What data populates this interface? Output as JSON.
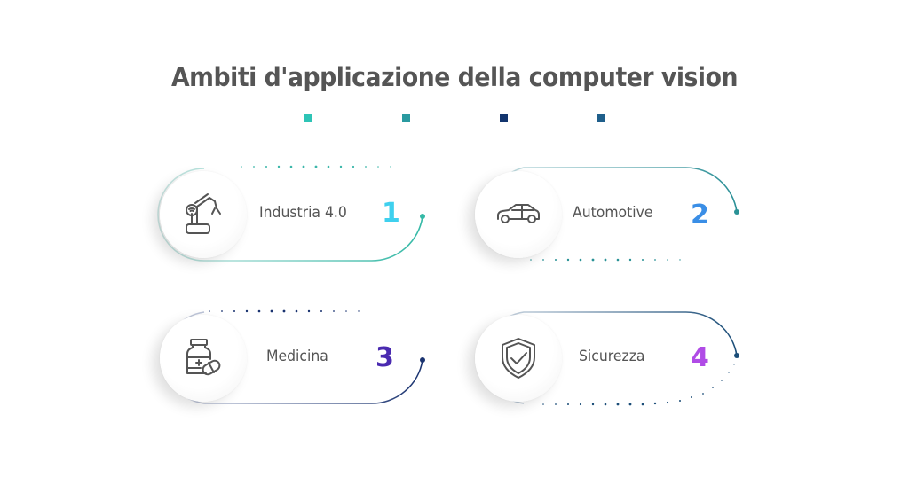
{
  "title": "Ambiti d'applicazione della computer vision",
  "colors": {
    "title": "#555555",
    "label": "#555555",
    "squares": [
      "#2ec4b6",
      "#2a9aa0",
      "#12356e",
      "#1f5f8b"
    ]
  },
  "items": [
    {
      "number": "1",
      "label": "Industria 4.0",
      "icon": "robotic-arm-icon",
      "number_color": "#3fd0ee",
      "line_color": "#3bbfa8"
    },
    {
      "number": "2",
      "label": "Automotive",
      "icon": "car-icon",
      "number_color": "#3a8ee6",
      "line_color": "#2a9296"
    },
    {
      "number": "3",
      "label": "Medicina",
      "icon": "medicine-bottle-pill-icon",
      "number_color": "#4a2ab0",
      "line_color": "#1c3a78"
    },
    {
      "number": "4",
      "label": "Sicurezza",
      "icon": "shield-check-icon",
      "number_color": "#b04be6",
      "line_color": "#1d4f7a"
    }
  ]
}
